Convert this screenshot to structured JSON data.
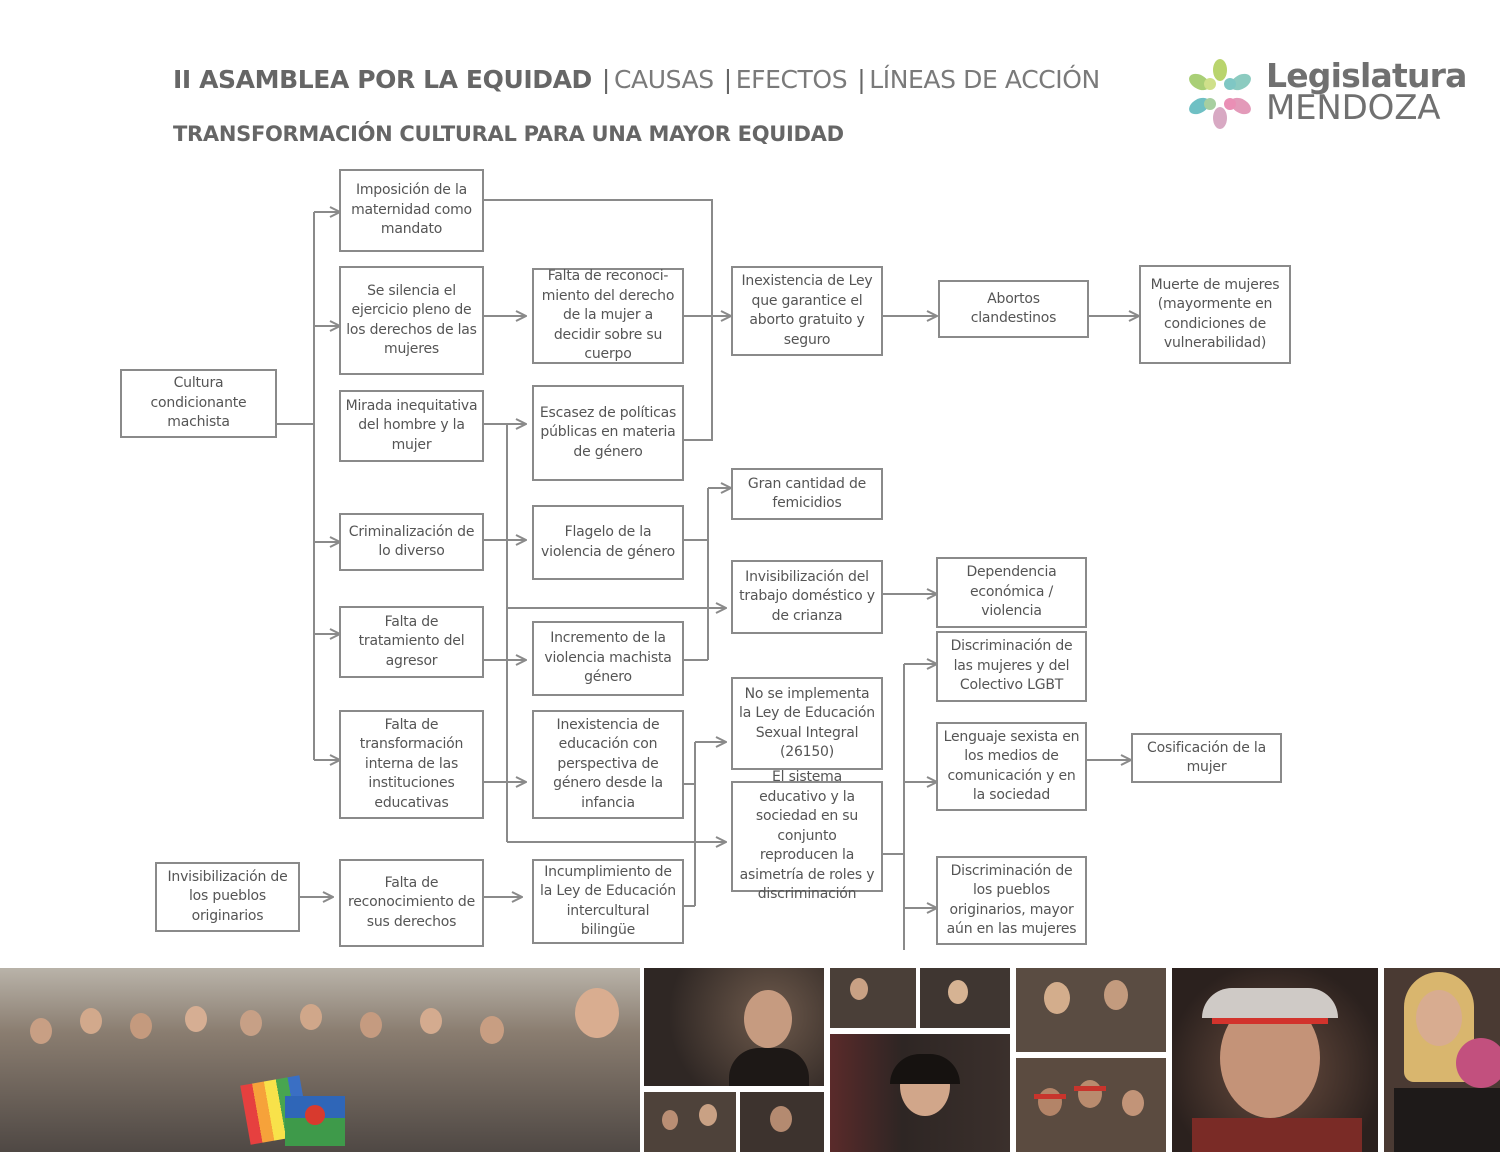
{
  "header": {
    "title": "II ASAMBLEA POR LA EQUIDAD",
    "sep": "|",
    "tags": [
      "CAUSAS",
      "EFECTOS",
      "LÍNEAS DE ACCIÓN"
    ]
  },
  "subtitle": "TRANSFORMACIÓN CULTURAL PARA UNA MAYOR EQUIDAD",
  "logo": {
    "word1": "Legislatura",
    "word2": "MENDOZA"
  },
  "diagram": {
    "nodes": {
      "cultura": "Cultura condicionante machista",
      "imposicion": "Imposición de la maternidad como mandato",
      "silencia": "Se silencia el ejercicio pleno de los derechos de las mujeres",
      "mirada": "Mirada inequitativa del hombre y la mujer",
      "criminalizacion": "Criminalización de lo diverso",
      "tratamiento": "Falta de tratamiento del agresor",
      "transformacion": "Falta de transformación interna de las instituciones educativas",
      "invis_pueblos": "Invisibilización de los pueblos originarios",
      "reconocimiento": "Falta de reconocimiento de sus derechos",
      "falta_derecho": "Falta de reconoci-miento del derecho de la mujer a decidir sobre su cuerpo",
      "escasez": "Escasez de políticas públicas en materia de género",
      "flagelo": "Flagelo de la violencia de género",
      "incremento": "Incremento de la violencia machista género",
      "inexistencia_educ": "Inexistencia de educación con perspectiva de género desde la infancia",
      "incumplimiento": "Incumplimiento de la Ley de Educación intercultural bilingüe",
      "inexistencia_ley": "Inexistencia de Ley que garantice el aborto gratuito y seguro",
      "femicidios": "Gran cantidad de femicidios",
      "invis_trabajo": "Invisibilización del trabajo doméstico y de crianza",
      "ley_esi": "No se implementa la Ley de Educación Sexual Integral (26150)",
      "sistema": "El sistema educativo y la sociedad en su conjunto reproducen la asimetría de roles y discriminación",
      "abortos": "Abortos clandestinos",
      "dependencia": "Dependencia económica / violencia",
      "discr_lgbt": "Discriminación de las mujeres y del Colectivo LGBT",
      "lenguaje": "Lenguaje sexista en los medios de comunicación y en la sociedad",
      "discr_pueblos": "Discriminación de los pueblos originarios, mayor aún en las mujeres",
      "muerte": "Muerte de mujeres (mayormente en condiciones de vulnerabilidad)",
      "cosificacion": "Cosificación de la mujer"
    }
  },
  "colors": {
    "line": "#8a8a8a",
    "text": "#555555",
    "title": "#666666"
  },
  "photos": [
    "group-photo",
    "woman-speaking-photo",
    "legislators-photo-1",
    "legislators-photo-2",
    "panelists-photo",
    "woman-microphone-photo",
    "audience-photo",
    "indigenous-women-photo",
    "elder-woman-photo",
    "woman-portrait-photo",
    "session-photo-1",
    "session-photo-2"
  ]
}
